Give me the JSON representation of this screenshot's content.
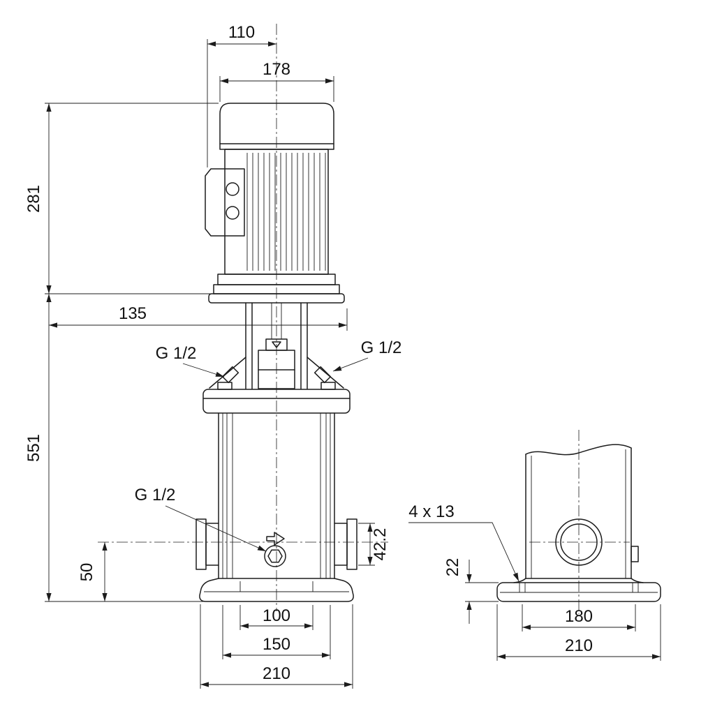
{
  "style": {
    "ink": "#1c1c1c",
    "paper": "#ffffff"
  },
  "front": {
    "dim_top": "110",
    "dim_motor_width": "178",
    "dim_motor_height": "281",
    "dim_head": "135",
    "dim_pump_height": "551",
    "vent_left": "G 1/2",
    "vent_right": "G 1/2",
    "drain": "G 1/2",
    "dim_port_center": "50",
    "dim_port_od": "42.2",
    "dim_base_inner": "100",
    "dim_base_holes": "150",
    "dim_base_width": "210"
  },
  "side": {
    "slots": "4 x 13",
    "dim_base_height": "22",
    "dim_hole_span": "180",
    "dim_base_width": "210"
  }
}
